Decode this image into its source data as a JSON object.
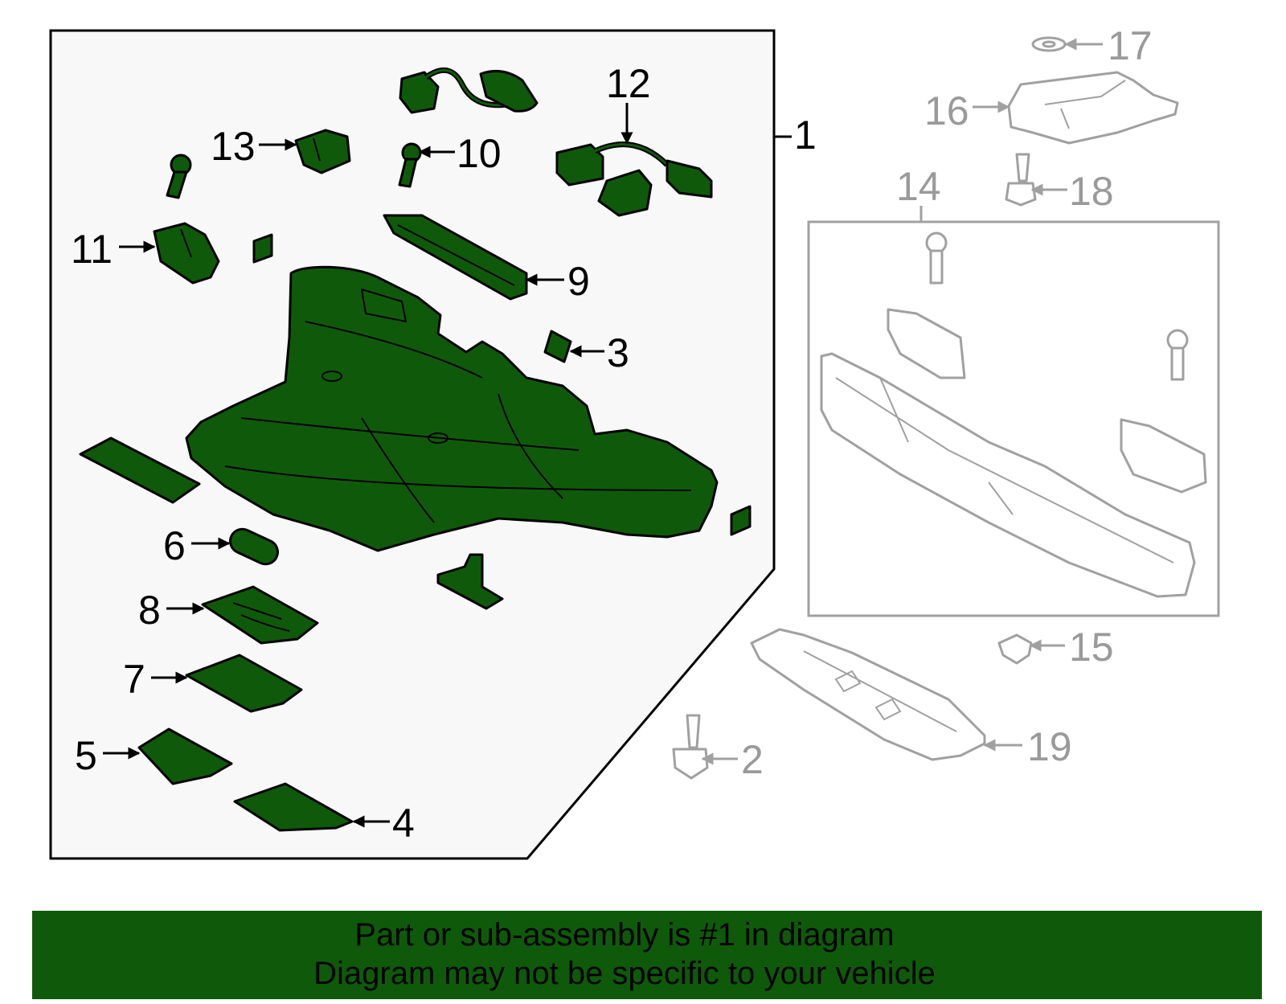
{
  "colors": {
    "highlight_fill": "#0f5a0a",
    "outline": "#000000",
    "ghost": "#a0a0a0",
    "panel_bg": "#f8f8f8",
    "banner_bg": "#0f5a0a"
  },
  "callouts": {
    "c1": "1",
    "c2": "2",
    "c3": "3",
    "c4": "4",
    "c5": "5",
    "c6": "6",
    "c7": "7",
    "c8": "8",
    "c9": "9",
    "c10": "10",
    "c11": "11",
    "c12": "12",
    "c13": "13",
    "c14": "14",
    "c15": "15",
    "c16": "16",
    "c17": "17",
    "c18": "18",
    "c19": "19"
  },
  "banner": {
    "line1": "Part or sub-assembly is #1 in diagram",
    "line2": "Diagram may not be specific to your vehicle"
  }
}
